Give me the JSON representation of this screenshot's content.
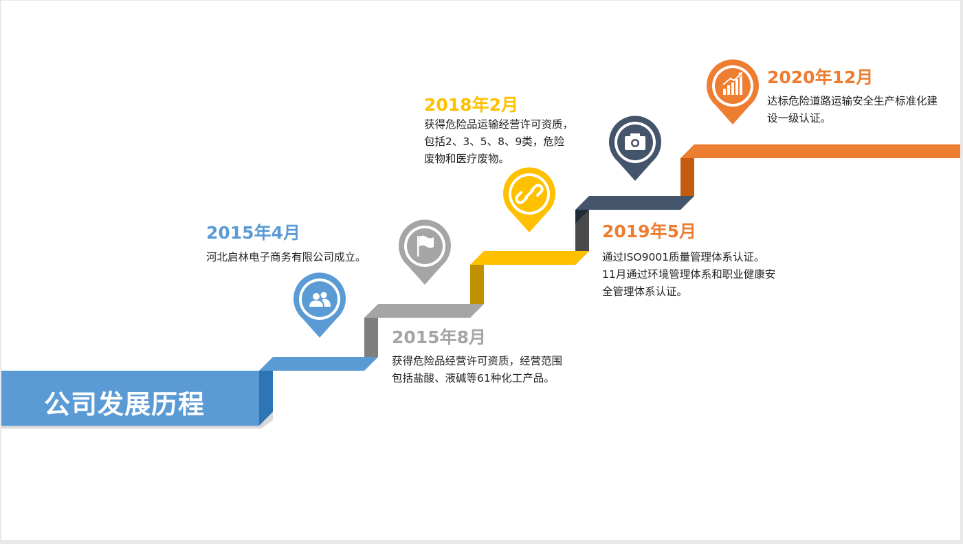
{
  "title": "公司发展历程",
  "colors": {
    "blue": "#5b9bd5",
    "gray": "#a5a5a5",
    "gold": "#ffc000",
    "navy": "#44546a",
    "orange": "#ed7d31"
  },
  "milestones": [
    {
      "date": "2015年4月",
      "color": "#5b9bd5",
      "icon": "users-icon",
      "lines": [
        "河北启林电子商务有限公司成立。"
      ]
    },
    {
      "date": "2015年8月",
      "color": "#a5a5a5",
      "icon": "flag-icon",
      "lines": [
        "获得危险品经营许可资质，经营范围",
        "包括盐酸、液碱等61种化工产品。"
      ]
    },
    {
      "date": "2018年2月",
      "color": "#ffc000",
      "icon": "link-icon",
      "lines": [
        "获得危险品运输经营许可资质，",
        "包括2、3、5、8、9类，危险",
        "废物和医疗废物。"
      ]
    },
    {
      "date": "2019年5月",
      "color": "#ed7d31",
      "icon": "camera-icon",
      "lines": [
        "通过ISO9001质量管理体系认证。",
        "11月通过环境管理体系和职业健康安",
        "全管理体系认证。"
      ]
    },
    {
      "date": "2020年12月",
      "color": "#ed7d31",
      "icon": "chart-icon",
      "lines": [
        "达标危险道路运输安全生产标准化建",
        "设一级认证。"
      ]
    }
  ]
}
